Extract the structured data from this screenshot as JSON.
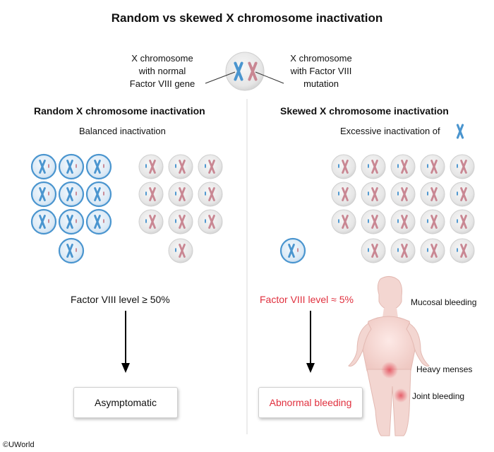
{
  "title": "Random vs skewed X chromosome inactivation",
  "legend": {
    "normal_lines": [
      "X chromosome",
      "with normal",
      "Factor VIII gene"
    ],
    "mutation_lines": [
      "X chromosome",
      "with Factor VIII",
      "mutation"
    ]
  },
  "left": {
    "heading": "Random X chromosome inactivation",
    "subheading": "Balanced inactivation",
    "level": "Factor VIII level ≥ 50%",
    "outcome": "Asymptomatic"
  },
  "right": {
    "heading": "Skewed X chromosome inactivation",
    "subheading": "Excessive inactivation of",
    "level": "Factor VIII level ≈ 5%",
    "outcome": "Abnormal bleeding",
    "symptoms": [
      "Mucosal bleeding",
      "Heavy menses",
      "Joint bleeding"
    ]
  },
  "copyright": "©UWorld",
  "colors": {
    "normal_x": "#4a95cf",
    "mutant_x": "#c98793",
    "active_nucleus_fill": "#dceaf6",
    "inactive_nucleus_fill": "#e6e6e6",
    "accent_red": "#e0303e",
    "divider": "#d8d8d8"
  }
}
